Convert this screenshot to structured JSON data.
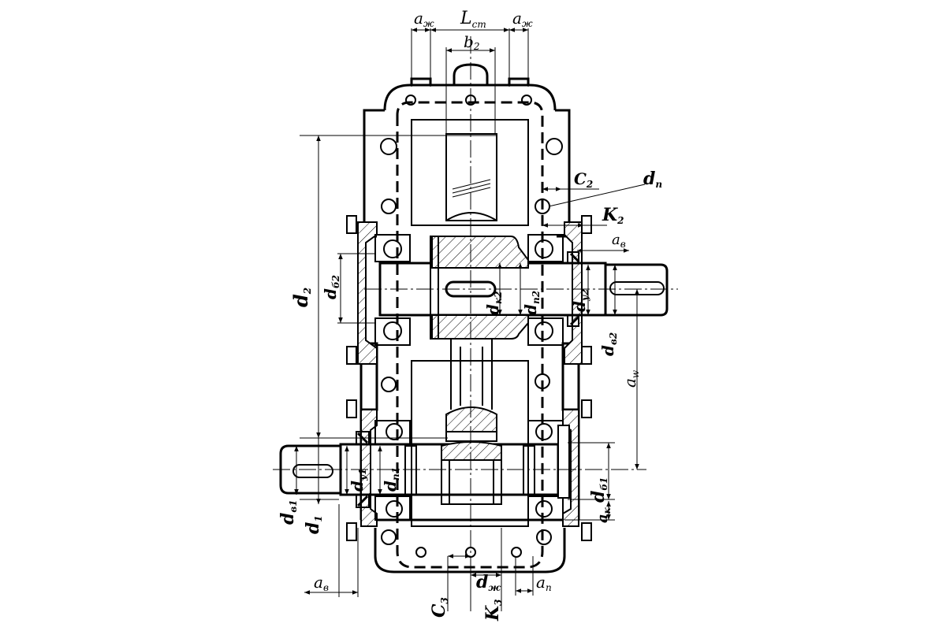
{
  "labels": {
    "a_zh_left": "a",
    "a_zh_left_sub": "ж",
    "L_st": "L",
    "L_st_sub": "ст",
    "a_zh_right": "a",
    "a_zh_right_sub": "ж",
    "b2": "b",
    "b2_sub": "2",
    "C2": "C",
    "C2_sub": "2",
    "d_p": "d",
    "d_p_sub": "п",
    "K2": "K",
    "K2_sub": "2",
    "a_v_top": "a",
    "a_v_top_sub": "в",
    "d2": "d",
    "d2_sub": "2",
    "d_b2": "d",
    "d_b2_sub": "б2",
    "d_k2": "d",
    "d_k2_sub": "к2",
    "d_p2": "d",
    "d_p2_sub": "п2",
    "d_y2": "d",
    "d_y2_sub": "у2",
    "d_v2": "d",
    "d_v2_sub": "в2",
    "a_w": "a",
    "a_w_sub": "w",
    "d_y1": "d",
    "d_y1_sub": "у1",
    "d_p1": "d",
    "d_p1_sub": "п1",
    "d_b1": "d",
    "d_b1_sub": "б1",
    "a_k": "a",
    "a_k_sub": "к",
    "d_v1": "d",
    "d_v1_sub": "в1",
    "d1": "d",
    "d1_sub": "1",
    "a_v_bottom": "a",
    "a_v_bottom_sub": "в",
    "C3": "C",
    "C3_sub": "3",
    "d_zh": "d",
    "d_zh_sub": "ж",
    "K3": "K",
    "K3_sub": "3",
    "a_p": "a",
    "a_p_sub": "п"
  }
}
